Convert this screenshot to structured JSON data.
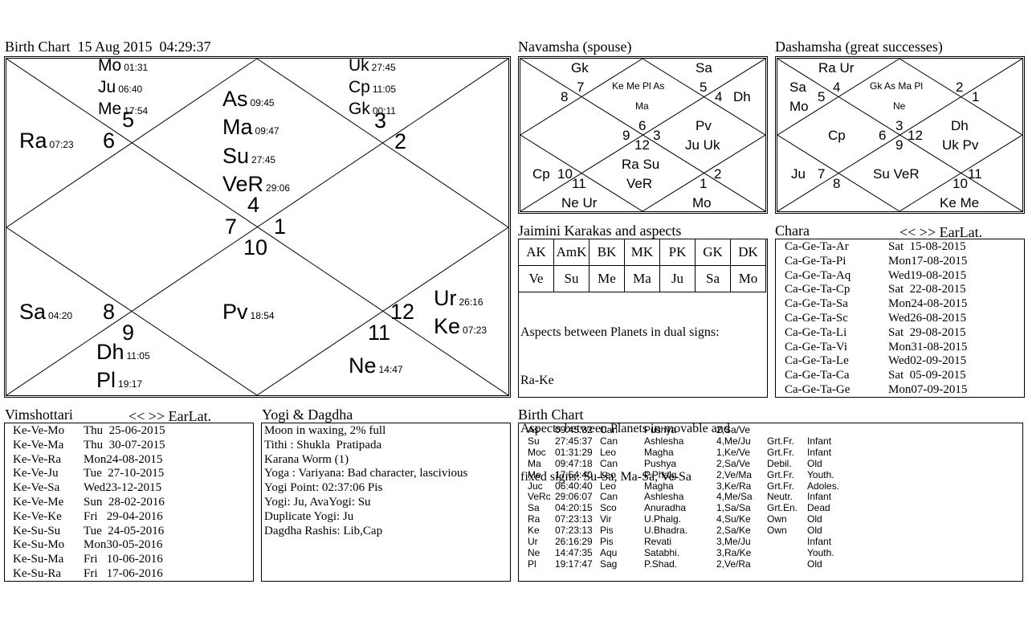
{
  "birth_chart": {
    "title": "Birth Chart  15 Aug 2015  04:29:37",
    "houses": [
      "6",
      "5",
      "4",
      "3",
      "2",
      "7",
      "1",
      "10",
      "8",
      "9",
      "12",
      "11"
    ],
    "planets": {
      "mo": {
        "name": "Mo",
        "deg": "01:31"
      },
      "ju": {
        "name": "Ju",
        "deg": "06:40"
      },
      "me": {
        "name": "Me",
        "deg": "17:54"
      },
      "ra": {
        "name": "Ra",
        "deg": "07:23"
      },
      "as": {
        "name": "As",
        "deg": "09:45"
      },
      "ma": {
        "name": "Ma",
        "deg": "09:47"
      },
      "su": {
        "name": "Su",
        "deg": "27:45"
      },
      "ve": {
        "name": "VeR",
        "deg": "29:06"
      },
      "uk": {
        "name": "Uk",
        "deg": "27:45"
      },
      "cp": {
        "name": "Cp",
        "deg": "11:05"
      },
      "gk": {
        "name": "Gk",
        "deg": "00:11"
      },
      "sa": {
        "name": "Sa",
        "deg": "04:20"
      },
      "pv": {
        "name": "Pv",
        "deg": "18:54"
      },
      "dh": {
        "name": "Dh",
        "deg": "11:05"
      },
      "pl": {
        "name": "Pl",
        "deg": "19:17"
      },
      "ur": {
        "name": "Ur",
        "deg": "26:16"
      },
      "ke": {
        "name": "Ke",
        "deg": "07:23"
      },
      "ne": {
        "name": "Ne",
        "deg": "14:47"
      }
    }
  },
  "navamsha": {
    "title": "Navamsha (spouse)",
    "top_left": "Gk",
    "top_right": "Sa",
    "center_top_1": "Ke Me Pl As",
    "center_top_2": "Ma",
    "right_1": "Pv",
    "right_2": "Ju Uk",
    "left": "Cp",
    "center_bottom_1": "Ra Su",
    "center_bottom_2": "VeR",
    "bottom_left": "Ne Ur",
    "bottom_right": "Mo",
    "right_side": "Dh",
    "n": [
      "7",
      "8",
      "5",
      "4",
      "6",
      "9",
      "3",
      "12",
      "10",
      "11",
      "1",
      "2"
    ]
  },
  "dashamsha": {
    "title": "Dashamsha (great successes)",
    "top_left": "Ra Ur",
    "left_1": "Sa",
    "left_2": "Mo",
    "center_top_1": "Gk As Ma Pl",
    "center_top_2": "Ne",
    "cp": "Cp",
    "right_1": "Dh",
    "right_2": "Uk Pv",
    "left_bottom": "Ju",
    "center_bottom": "Su VeR",
    "bottom_right": "Ke Me",
    "n": [
      "4",
      "5",
      "2",
      "1",
      "3",
      "6",
      "12",
      "9",
      "7",
      "8",
      "10",
      "11"
    ]
  },
  "jaimini": {
    "title": "Jaimini Karakas and aspects",
    "headers": [
      "AK",
      "AmK",
      "BK",
      "MK",
      "PK",
      "GK",
      "DK"
    ],
    "values": [
      "Ve",
      "Su",
      "Me",
      "Ma",
      "Ju",
      "Sa",
      "Mo"
    ],
    "line1": "Aspects between Planets in dual signs:",
    "line2": "Ra-Ke",
    "line3": "Aspects between Planets in movable and",
    "line4": "fixed signs: Su-Sa, Ma-Sa, Ve-Sa"
  },
  "chara": {
    "title": "Chara",
    "nav": "<< >> EarLat.",
    "rows": [
      [
        "Ca-Ge-Ta-Ar",
        "Sat  15-08-2015"
      ],
      [
        "Ca-Ge-Ta-Pi",
        "Mon17-08-2015"
      ],
      [
        "Ca-Ge-Ta-Aq",
        "Wed19-08-2015"
      ],
      [
        "Ca-Ge-Ta-Cp",
        "Sat  22-08-2015"
      ],
      [
        "Ca-Ge-Ta-Sa",
        "Mon24-08-2015"
      ],
      [
        "Ca-Ge-Ta-Sc",
        "Wed26-08-2015"
      ],
      [
        "Ca-Ge-Ta-Li",
        "Sat  29-08-2015"
      ],
      [
        "Ca-Ge-Ta-Vi",
        "Mon31-08-2015"
      ],
      [
        "Ca-Ge-Ta-Le",
        "Wed02-09-2015"
      ],
      [
        "Ca-Ge-Ta-Ca",
        "Sat  05-09-2015"
      ],
      [
        "Ca-Ge-Ta-Ge",
        "Mon07-09-2015"
      ]
    ]
  },
  "vimshottari": {
    "title": "Vimshottari",
    "nav": "<< >> EarLat.",
    "rows": [
      [
        "Ke-Ve-Mo",
        "Thu  25-06-2015"
      ],
      [
        "Ke-Ve-Ma",
        "Thu  30-07-2015"
      ],
      [
        "Ke-Ve-Ra",
        "Mon24-08-2015"
      ],
      [
        "Ke-Ve-Ju",
        "Tue  27-10-2015"
      ],
      [
        "Ke-Ve-Sa",
        "Wed23-12-2015"
      ],
      [
        "Ke-Ve-Me",
        "Sun  28-02-2016"
      ],
      [
        "Ke-Ve-Ke",
        "Fri   29-04-2016"
      ],
      [
        "Ke-Su-Su",
        "Tue  24-05-2016"
      ],
      [
        "Ke-Su-Mo",
        "Mon30-05-2016"
      ],
      [
        "Ke-Su-Ma",
        "Fri   10-06-2016"
      ],
      [
        "Ke-Su-Ra",
        "Fri   17-06-2016"
      ]
    ]
  },
  "yogi": {
    "title": "Yogi & Dagdha",
    "lines": [
      "Moon in waxing, 2% full",
      "Tithi : Shukla  Pratipada",
      "Karana Worm (1)",
      "Yoga : Variyana: Bad character, lascivious",
      "Yogi Point: 02:37:06 Pis",
      "Yogi: Ju, AvaYogi: Su",
      "Duplicate Yogi: Ju",
      "Dagdha Rashis: Lib,Cap"
    ]
  },
  "birth_table": {
    "title": "Birth Chart",
    "rows": [
      [
        "As",
        "09:45:32",
        "Can",
        "Pushya",
        "2,Sa/Ve",
        "",
        ""
      ],
      [
        "Su",
        "27:45:37",
        "Can",
        "Ashlesha",
        "4,Me/Ju",
        "Grt.Fr.",
        "Infant"
      ],
      [
        "Moc",
        "01:31:29",
        "Leo",
        "Magha",
        "1,Ke/Ve",
        "Grt.Fr.",
        "Infant"
      ],
      [
        "Ma",
        "09:47:18",
        "Can",
        "Pushya",
        "2,Sa/Ve",
        "Debil.",
        "Old"
      ],
      [
        "Me",
        "17:54:40",
        "Leo",
        "P.Phalg.",
        "2,Ve/Ma",
        "Grt.Fr.",
        "Youth."
      ],
      [
        "Juc",
        "06:40:40",
        "Leo",
        "Magha",
        "3,Ke/Ra",
        "Grt.Fr.",
        "Adoles."
      ],
      [
        "VeRc",
        "29:06:07",
        "Can",
        "Ashlesha",
        "4,Me/Sa",
        "Neutr.",
        "Infant"
      ],
      [
        "Sa",
        "04:20:15",
        "Sco",
        "Anuradha",
        "1,Sa/Sa",
        "Grt.En.",
        "Dead"
      ],
      [
        "Ra",
        "07:23:13",
        "Vir",
        "U.Phalg.",
        "4,Su/Ke",
        "Own",
        "Old"
      ],
      [
        "Ke",
        "07:23:13",
        "Pis",
        "U.Bhadra.",
        "2,Sa/Ke",
        "Own",
        "Old"
      ],
      [
        "Ur",
        "26:16:29",
        "Pis",
        "Revati",
        "3,Me/Ju",
        "",
        "Infant"
      ],
      [
        "Ne",
        "14:47:35",
        "Aqu",
        "Satabhi.",
        "3,Ra/Ke",
        "",
        "Youth."
      ],
      [
        "Pl",
        "19:17:47",
        "Sag",
        "P.Shad.",
        "2,Ve/Ra",
        "",
        "Old"
      ]
    ]
  }
}
